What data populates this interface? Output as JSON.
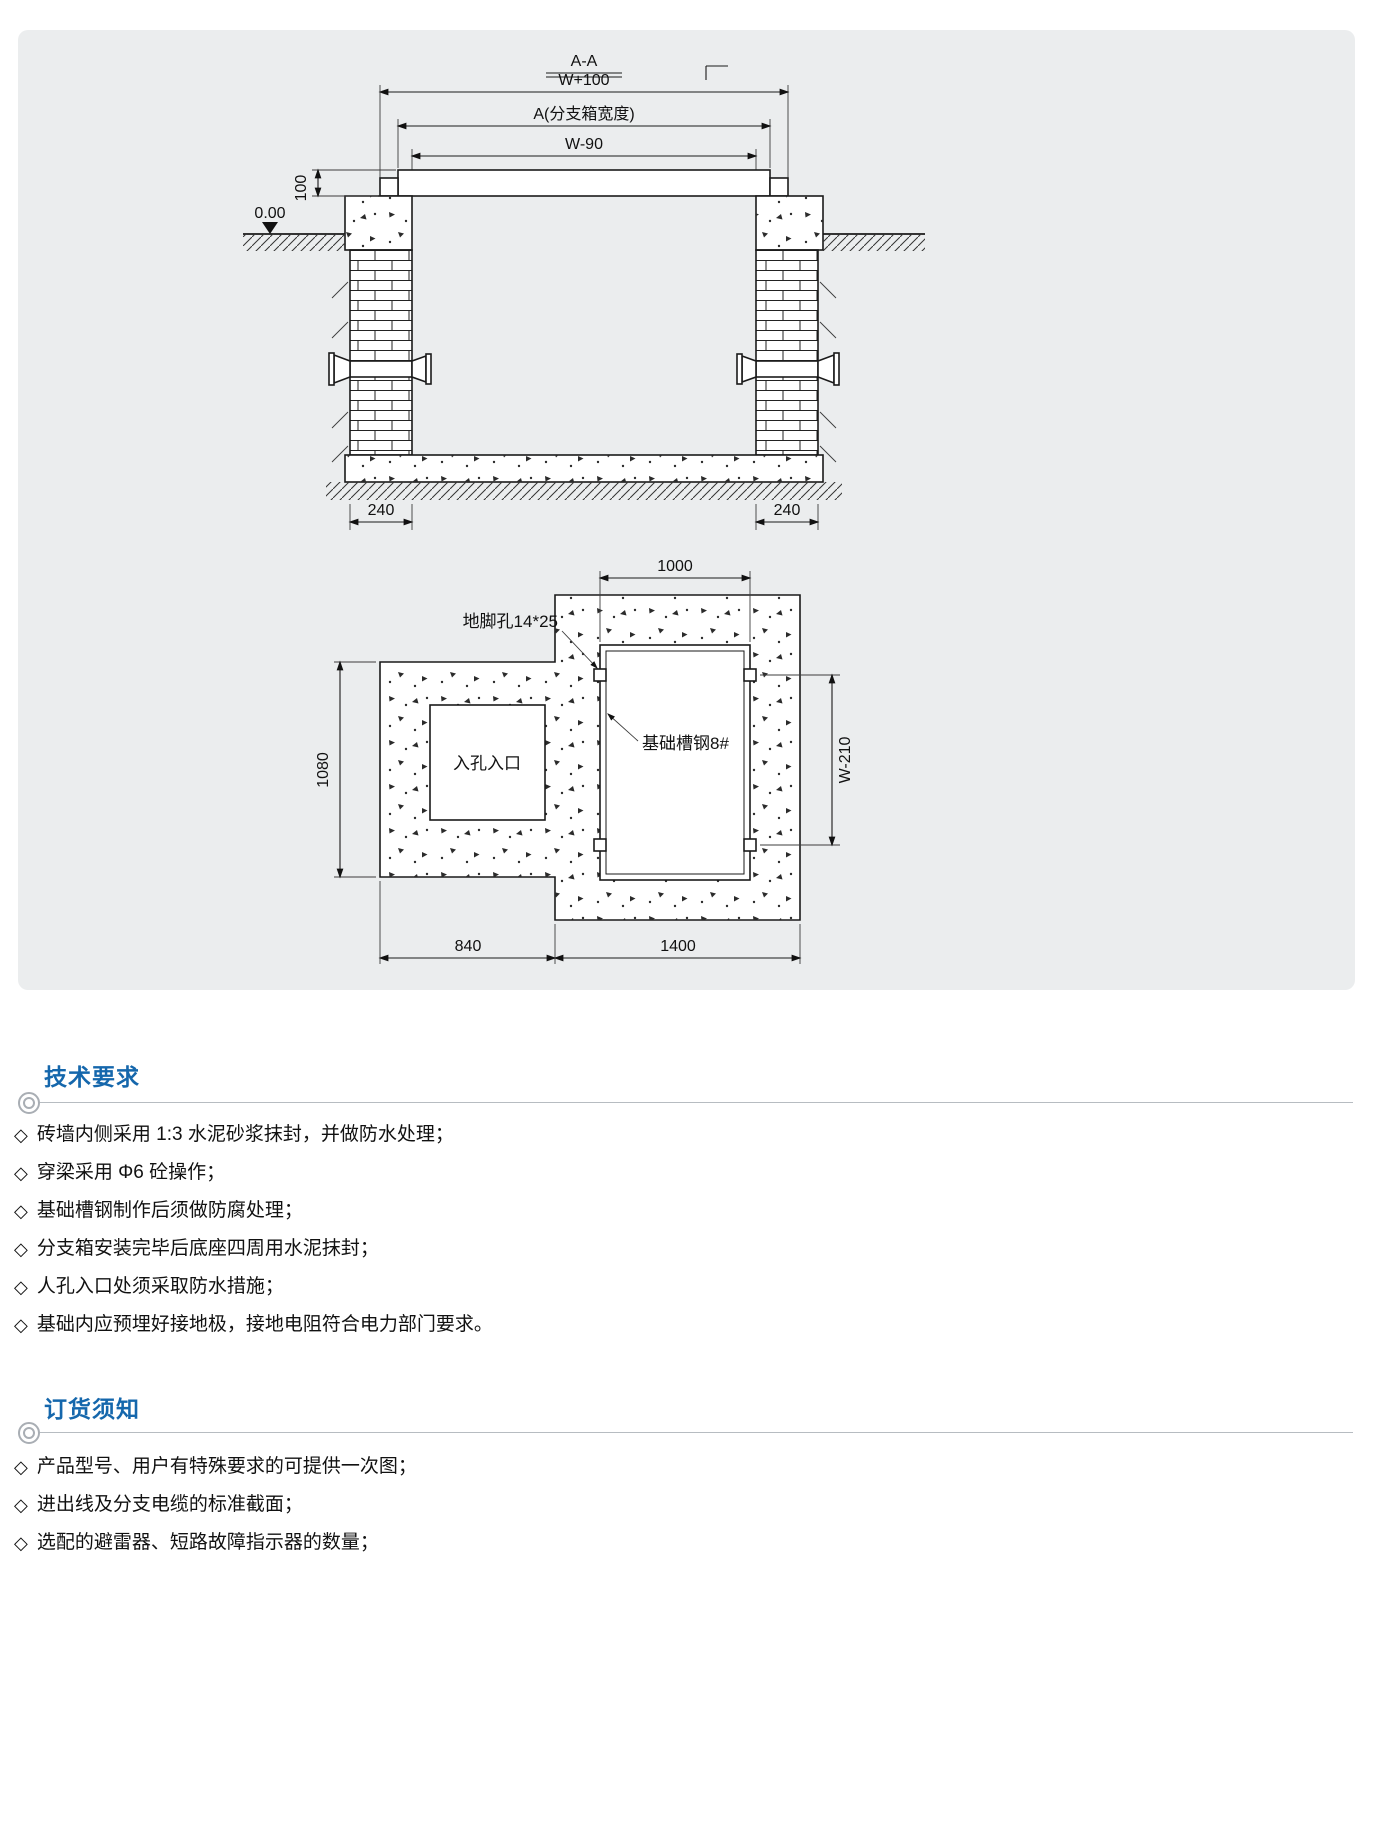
{
  "ui": {
    "bullet": "◇"
  },
  "drawing": {
    "section_mark": "A-A",
    "dim_w100": "W+100",
    "dim_a": "A(分支箱宽度)",
    "dim_w90": "W-90",
    "dim_100": "100",
    "level_zero": "0.00",
    "dim_240_left": "240",
    "dim_240_right": "240",
    "dim_1000": "1000",
    "label_anchor_hole": "地脚孔14*25",
    "label_channel_steel": "基础槽钢8#",
    "label_manhole": "入孔入口",
    "dim_1080": "1080",
    "dim_w210": "W-210",
    "dim_840": "840",
    "dim_1400": "1400"
  },
  "sections": [
    {
      "title": "技术要求",
      "items": [
        "砖墙内侧采用 1:3 水泥砂浆抹封，并做防水处理；",
        "穿梁采用 Φ6 砼操作；",
        "基础槽钢制作后须做防腐处理；",
        "分支箱安装完毕后底座四周用水泥抹封；",
        "人孔入口处须采取防水措施；",
        "基础内应预埋好接地极，接地电阻符合电力部门要求。"
      ]
    },
    {
      "title": "订货须知",
      "items": [
        "产品型号、用户有特殊要求的可提供一次图；",
        "进出线及分支电缆的标准截面；",
        "选配的避雷器、短路故障指示器的数量；"
      ]
    }
  ],
  "colors": {
    "heading": "#1567ac",
    "rule": "#b7bcc1",
    "panel_bg": "#ebedee",
    "line": "#1a1a1a"
  }
}
